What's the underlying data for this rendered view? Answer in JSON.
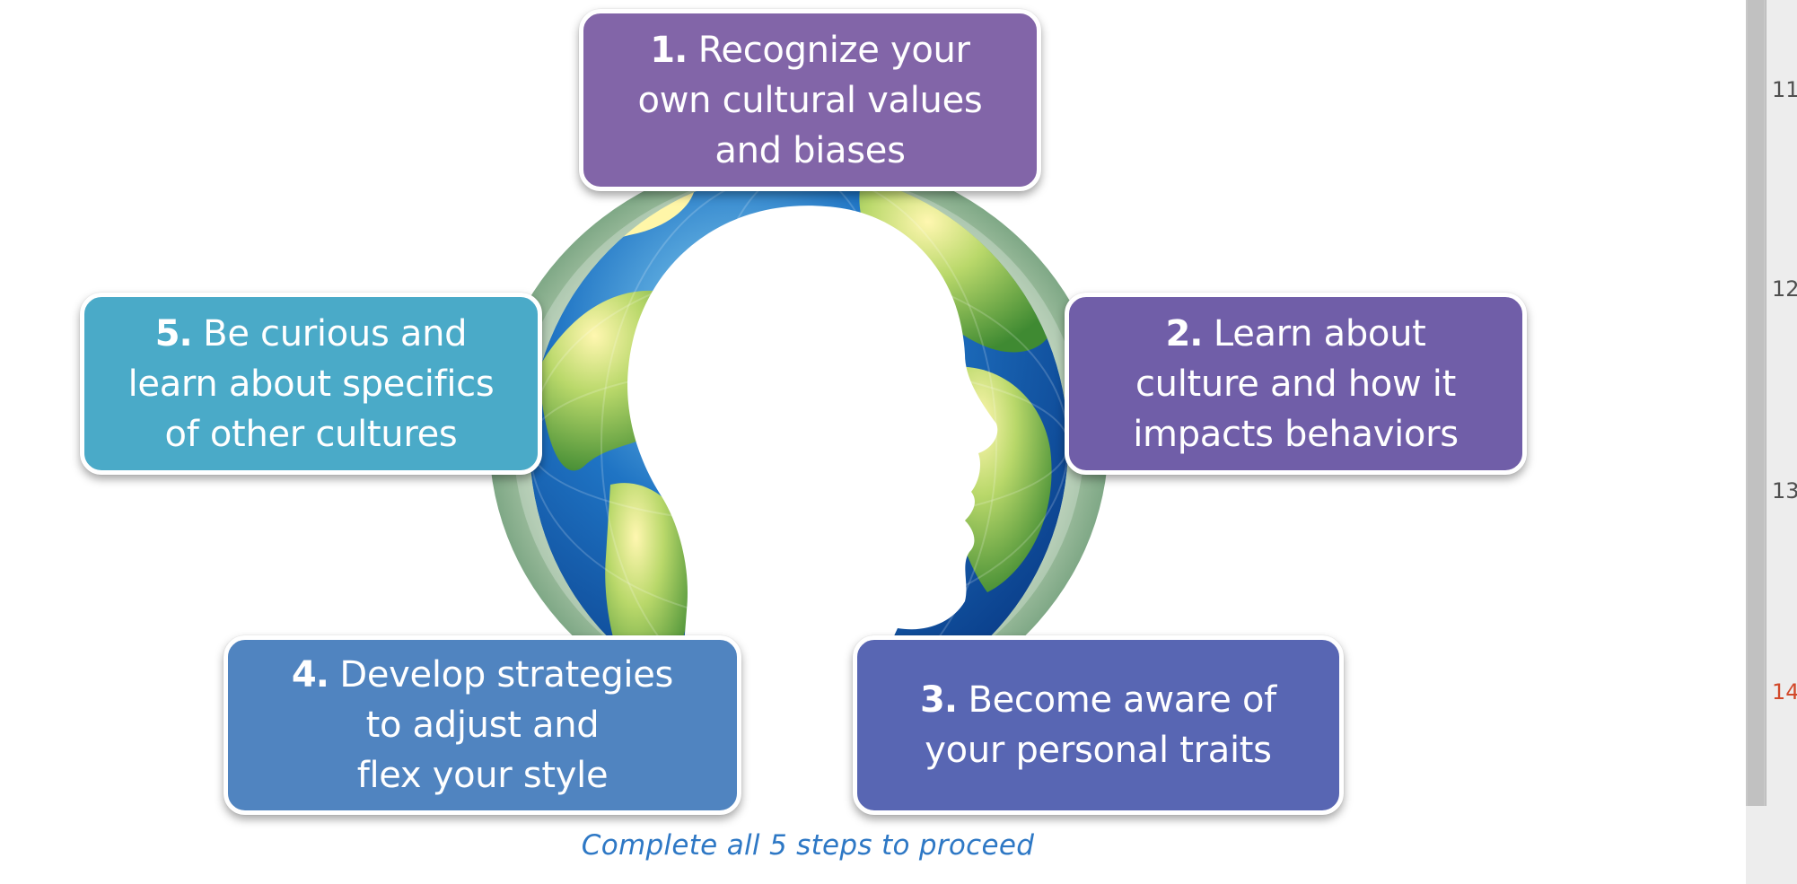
{
  "colors": {
    "step1": "#8265a8",
    "step2": "#705ea8",
    "step3": "#5866b3",
    "step4": "#5084c0",
    "step5": "#4aaac8",
    "footer": "#2e78c5",
    "slide_num_current": "#d2492a"
  },
  "steps": [
    {
      "number": "1.",
      "text": "Recognize your\nown cultural values\nand biases"
    },
    {
      "number": "2.",
      "text": "Learn about\nculture and how it\nimpacts behaviors"
    },
    {
      "number": "3.",
      "text": "Become aware of\nyour personal traits"
    },
    {
      "number": "4.",
      "text": "Develop strategies\nto adjust and\nflex your style"
    },
    {
      "number": "5.",
      "text": "Be curious and\nlearn about specifics\nof other cultures"
    }
  ],
  "footer_note": "Complete all 5 steps to proceed",
  "slide_numbers": [
    {
      "label": "11",
      "current": false
    },
    {
      "label": "12",
      "current": false
    },
    {
      "label": "13",
      "current": false
    },
    {
      "label": "14",
      "current": true
    }
  ],
  "icons": {
    "center_graphic": "globe-head-profile-icon"
  }
}
